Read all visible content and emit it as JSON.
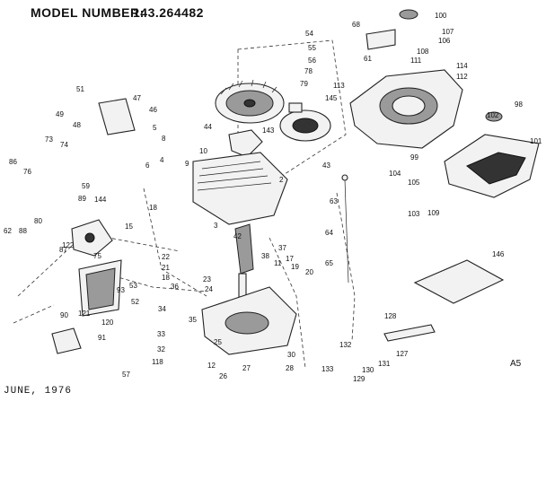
{
  "header": {
    "label": "MODEL NUMBER:",
    "value": "143.264482"
  },
  "footer": {
    "date": "JUNE, 1976",
    "code": "A5"
  },
  "callouts": [
    "100",
    "68",
    "107",
    "106",
    "54",
    "55",
    "56",
    "78",
    "79",
    "51",
    "49",
    "47",
    "48",
    "46",
    "108",
    "61",
    "111",
    "114",
    "112",
    "113",
    "98",
    "145",
    "143",
    "44",
    "102",
    "101",
    "86",
    "73",
    "76",
    "74",
    "5",
    "8",
    "6",
    "4",
    "10",
    "9",
    "2",
    "43",
    "99",
    "104",
    "59",
    "89",
    "144",
    "80",
    "62",
    "88",
    "15",
    "18",
    "3",
    "42",
    "37",
    "38",
    "11",
    "63",
    "105",
    "103",
    "109",
    "64",
    "65",
    "146",
    "87",
    "75",
    "122",
    "22",
    "21",
    "18",
    "36",
    "53",
    "93",
    "52",
    "19",
    "20",
    "17",
    "23",
    "24",
    "121",
    "90",
    "120",
    "91",
    "34",
    "35",
    "33",
    "32",
    "118",
    "25",
    "12",
    "26",
    "27",
    "28",
    "30",
    "128",
    "127",
    "131",
    "130",
    "129",
    "133",
    "132",
    "57"
  ]
}
